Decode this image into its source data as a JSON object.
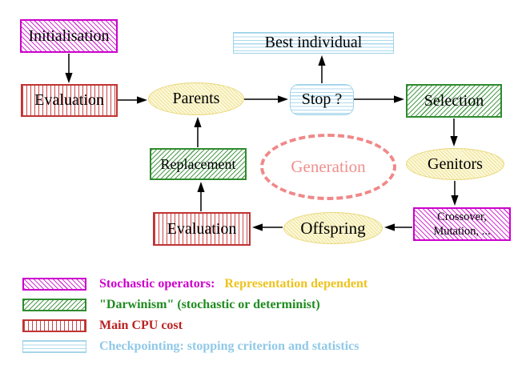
{
  "nodes": {
    "initialisation": "Initialisation",
    "evaluation_top": "Evaluation",
    "parents": "Parents",
    "stop": "Stop ?",
    "best_individual": "Best individual",
    "selection": "Selection",
    "genitors": "Genitors",
    "crossover_line1": "Crossover,",
    "crossover_line2": "Mutation, ...",
    "offspring": "Offspring",
    "evaluation_bottom": "Evaluation",
    "replacement": "Replacement",
    "generation": "Generation"
  },
  "legend": {
    "stochastic": {
      "label": "Stochastic operators:",
      "label2": "Representation dependent"
    },
    "darwinism": {
      "label": "\"Darwinism\" (stochastic or determinist)"
    },
    "cpu": {
      "label": "Main CPU cost"
    },
    "checkpointing": {
      "label": "Checkpointing: stopping criterion and statistics"
    }
  },
  "colors": {
    "magenta": "#cc00cc",
    "gold": "#edc31e",
    "green": "#1f8b1f",
    "red": "#bb2222",
    "light_blue": "#8fc9e8",
    "salmon": "#f08080",
    "yellow": "#e8d87c",
    "text": "#000000"
  }
}
